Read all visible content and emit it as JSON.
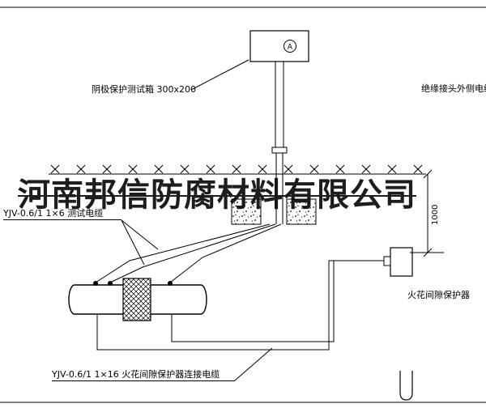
{
  "watermark": {
    "text": "河南邦信防腐材料有限公司"
  },
  "labels": {
    "test_box": "阴极保护测试箱 300x200",
    "insulated_joint_cable": "绝缘接头外侧电缆",
    "test_cable": "YJV-0.6/1  1×6  测试电缆",
    "spark_gap_protector": "火花间隙保护器",
    "spark_gap_cable": "YJV-0.6/1  1×16  火花间隙保护器连接电缆",
    "ammeter": "A",
    "dimension": "1000"
  },
  "colors": {
    "line": "#000000",
    "watermark": "#0a0a0a",
    "background": "#ffffff"
  }
}
